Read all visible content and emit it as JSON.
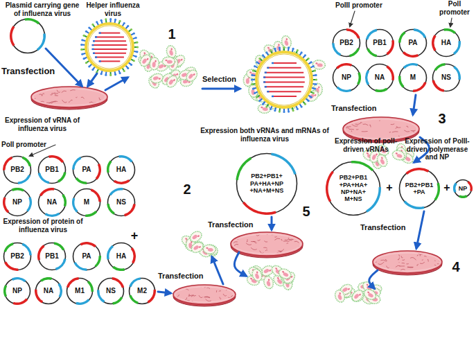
{
  "diagram": {
    "nodes": [
      {
        "text": [
          "PB2"
        ]
      },
      {
        "text": [
          "PB1"
        ]
      },
      {
        "text": [
          "PA"
        ]
      },
      {
        "text": [
          "HA"
        ]
      },
      {
        "text": [
          "NP"
        ]
      },
      {
        "text": [
          "NA"
        ]
      },
      {
        "text": [
          "M"
        ]
      },
      {
        "text": [
          "NS"
        ]
      },
      {
        "text": [
          "PB2"
        ]
      },
      {
        "text": [
          "PB1"
        ]
      },
      {
        "text": [
          "PA"
        ]
      },
      {
        "text": [
          "HA"
        ]
      },
      {
        "text": [
          "NP"
        ]
      },
      {
        "text": [
          "NA"
        ]
      },
      {
        "text": [
          "M"
        ]
      },
      {
        "text": [
          "NS"
        ]
      },
      {
        "text": [
          "PB2"
        ]
      },
      {
        "text": [
          "PB1"
        ]
      },
      {
        "text": [
          "PA"
        ]
      },
      {
        "text": [
          "HA"
        ]
      },
      {
        "text": [
          "NP"
        ]
      },
      {
        "text": [
          "NA"
        ]
      },
      {
        "text": [
          "M1"
        ]
      },
      {
        "text": [
          "NS"
        ]
      },
      {
        "text": [
          "M2"
        ]
      },
      {
        "text": [
          "PB2+PB1+ PA+HA+NP +NA+M+NS"
        ]
      },
      {
        "text": [
          "PB2+PB1 +PA+HA+ NP+NA+ M+NS"
        ]
      },
      {
        "text": [
          "PB2+PB1 +PA"
        ]
      },
      {
        "text": [
          "NP"
        ]
      }
    ],
    "labels": [
      "Plasmid carrying gene of influenza virus",
      "Helper influenza virus",
      "Transfection",
      "1",
      "Selection",
      "PolII promoter",
      "PolI promoter",
      "Transfection",
      "3",
      "Expression of vRNA of influenza virus",
      "PolI promoter",
      "2",
      "Expression both vRNAs and mRNAs of influenza virus",
      "Expression of polI-driven vRNAs",
      "+",
      "Expression of PolII-driven polymerase and NP",
      "+",
      "Expression of protein of influenza virus",
      "+",
      "5",
      "Transfection",
      "Transfection",
      "Transfection",
      "4"
    ]
  }
}
